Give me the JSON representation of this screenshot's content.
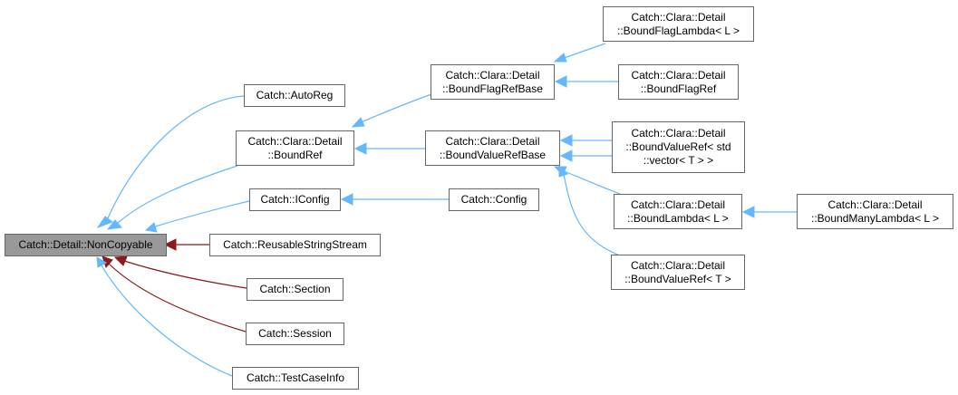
{
  "colors": {
    "public_inheritance": "#63b8ff",
    "protected_inheritance": "#8b1a1a",
    "root_fill": "#999999",
    "node_border": "#666666"
  },
  "nodes": {
    "noncopyable": [
      "Catch::Detail::NonCopyable"
    ],
    "autoreg": [
      "Catch::AutoReg"
    ],
    "boundref": [
      "Catch::Clara::Detail",
      "::BoundRef"
    ],
    "iconfig": [
      "Catch::IConfig"
    ],
    "reusable": [
      "Catch::ReusableStringStream"
    ],
    "section": [
      "Catch::Section"
    ],
    "session": [
      "Catch::Session"
    ],
    "testcaseinfo": [
      "Catch::TestCaseInfo"
    ],
    "boundflagrefbase": [
      "Catch::Clara::Detail",
      "::BoundFlagRefBase"
    ],
    "boundvaluerefbase": [
      "Catch::Clara::Detail",
      "::BoundValueRefBase"
    ],
    "config": [
      "Catch::Config"
    ],
    "boundflaglambda": [
      "Catch::Clara::Detail",
      "::BoundFlagLambda< L >"
    ],
    "boundflagref": [
      "Catch::Clara::Detail",
      "::BoundFlagRef"
    ],
    "boundvaluerefvector": [
      "Catch::Clara::Detail",
      "::BoundValueRef< std",
      "::vector< T > >"
    ],
    "boundlambda": [
      "Catch::Clara::Detail",
      "::BoundLambda< L >"
    ],
    "boundvaluereft": [
      "Catch::Clara::Detail",
      "::BoundValueRef< T >"
    ],
    "boundmanylambda": [
      "Catch::Clara::Detail",
      "::BoundManyLambda< L >"
    ]
  },
  "edges": [
    {
      "from": "autoreg",
      "to": "noncopyable",
      "kind": "public"
    },
    {
      "from": "boundref",
      "to": "noncopyable",
      "kind": "public"
    },
    {
      "from": "iconfig",
      "to": "noncopyable",
      "kind": "public"
    },
    {
      "from": "reusable",
      "to": "noncopyable",
      "kind": "protected"
    },
    {
      "from": "section",
      "to": "noncopyable",
      "kind": "protected"
    },
    {
      "from": "session",
      "to": "noncopyable",
      "kind": "protected"
    },
    {
      "from": "testcaseinfo",
      "to": "noncopyable",
      "kind": "public"
    },
    {
      "from": "boundflagrefbase",
      "to": "boundref",
      "kind": "public"
    },
    {
      "from": "boundvaluerefbase",
      "to": "boundref",
      "kind": "public"
    },
    {
      "from": "config",
      "to": "iconfig",
      "kind": "public"
    },
    {
      "from": "boundflaglambda",
      "to": "boundflagrefbase",
      "kind": "public"
    },
    {
      "from": "boundflagref",
      "to": "boundflagrefbase",
      "kind": "public"
    },
    {
      "from": "boundvaluerefvector",
      "to": "boundvaluerefbase",
      "kind": "public"
    },
    {
      "from": "boundvaluerefvector",
      "to": "boundvaluerefbase",
      "kind": "public"
    },
    {
      "from": "boundlambda",
      "to": "boundvaluerefbase",
      "kind": "public"
    },
    {
      "from": "boundvaluereft",
      "to": "boundvaluerefbase",
      "kind": "public"
    },
    {
      "from": "boundmanylambda",
      "to": "boundlambda",
      "kind": "public"
    }
  ]
}
